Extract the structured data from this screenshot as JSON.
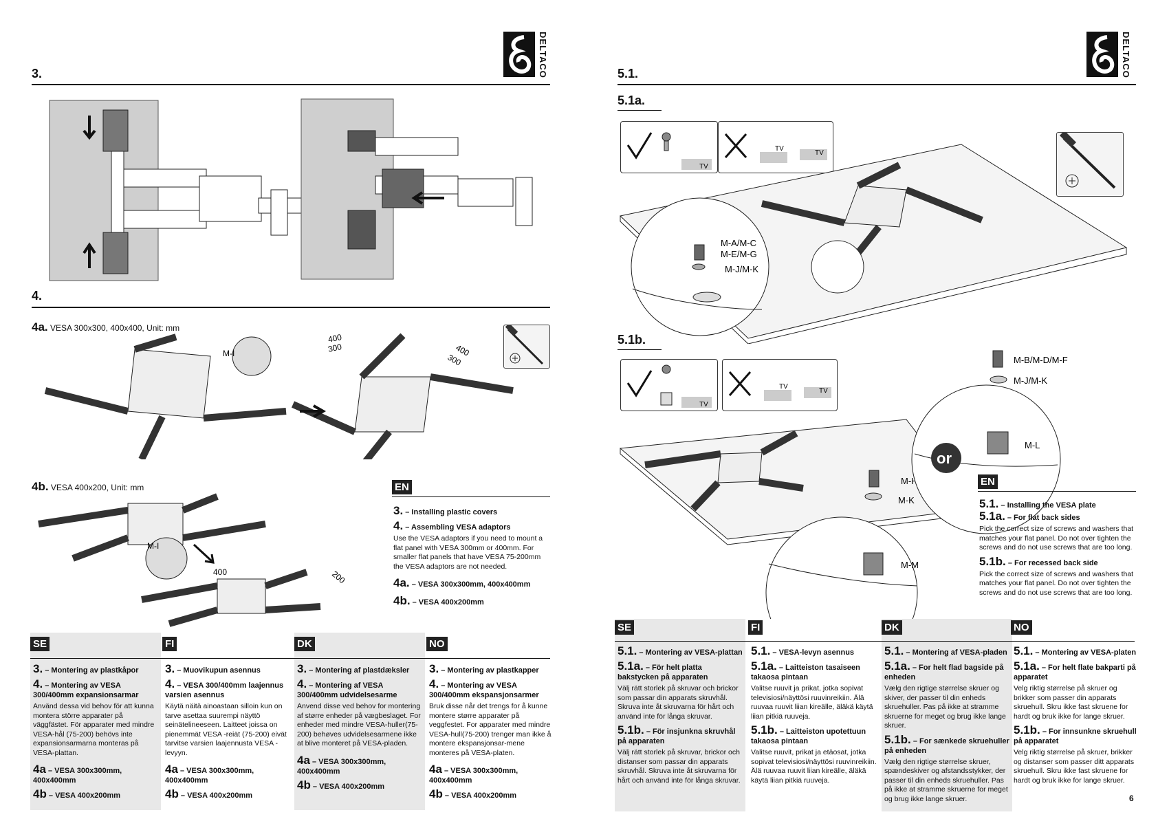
{
  "brand": "DELTACO",
  "page_number": "6",
  "left": {
    "sec3": "3.",
    "sec4": "4.",
    "fig4a": {
      "num": "4a.",
      "caption": "VESA 300x300, 400x400, Unit: mm",
      "mi": "M-I",
      "d1": "400",
      "d2": "300",
      "d3": "400",
      "d4": "300"
    },
    "fig4b": {
      "num": "4b.",
      "caption": "VESA 400x200, Unit: mm",
      "mi": "M-I",
      "d1": "400",
      "d2": "200"
    },
    "en": {
      "tag": "EN",
      "i3": {
        "n": "3.",
        "t": "– Installing plastic covers"
      },
      "i4": {
        "n": "4.",
        "t": "– Assembling VESA adaptors"
      },
      "body": "Use the VESA adaptors if you need to mount a flat panel with VESA 300mm or 400mm. For smaller flat panels that have VESA 75-200mm the VESA adaptors are not needed.",
      "i4a": {
        "n": "4a.",
        "t": "– VESA 300x300mm, 400x400mm"
      },
      "i4b": {
        "n": "4b.",
        "t": "– VESA 400x200mm"
      }
    },
    "langs": [
      {
        "tag": "SE",
        "h3n": "3.",
        "h3": "– Montering av plastkåpor",
        "h4n": "4.",
        "h4": "– Montering av VESA 300/400mm expansionsarmar",
        "body": "Använd dessa vid behov för att kunna montera större apparater på väggfästet. För apparater med mindre VESA-hål (75-200) behövs inte expansionsarmarna monteras på VESA-plattan.",
        "a": "– VESA 300x300mm, 400x400mm",
        "b": "– VESA 400x200mm"
      },
      {
        "tag": "FI",
        "h3n": "3.",
        "h3": "– Muovikupun asennus",
        "h4n": "4.",
        "h4": "– VESA 300/400mm laajennus varsien asennus",
        "body": "Käytä näitä ainoastaan silloin kun on tarve asettaa suurempi näyttö seinätelineeseen. Laitteet joissa on pienemmät VESA -reiät (75-200) eivät tarvitse varsien laajennusta VESA -levyyn.",
        "a": "– VESA 300x300mm, 400x400mm",
        "b": "– VESA 400x200mm"
      },
      {
        "tag": "DK",
        "h3n": "3.",
        "h3": "– Montering af plastdæksler",
        "h4n": "4.",
        "h4": "– Montering af VESA 300/400mm udvidelsesarme",
        "body": "Anvend disse ved behov for montering af større enheder på vægbeslaget. For enheder med mindre VESA-huller(75-200) behøves udvidelsesarmene ikke at blive monteret på VESA-pladen.",
        "a": "– VESA 300x300mm, 400x400mm",
        "b": "– VESA 400x200mm"
      },
      {
        "tag": "NO",
        "h3n": "3.",
        "h3": "– Montering av plastkapper",
        "h4n": "4.",
        "h4": "– Montering av VESA 300/400mm ekspansjonsarmer",
        "body": "Bruk disse når det trengs for å kunne montere større apparater på veggfestet. For apparater med mindre VESA-hull(75-200) trenger man ikke å montere ekspansjonsar-mene monteres på VESA-platen.",
        "a": "– VESA 300x300mm, 400x400mm",
        "b": "– VESA 400x200mm"
      }
    ],
    "sub_a": "4a",
    "sub_b": "4b"
  },
  "right": {
    "sec51": "5.1.",
    "sec51a": "5.1a.",
    "sec51b": "5.1b.",
    "tv": "TV",
    "or": "or",
    "fig_a": {
      "ma": "M-A/M-C",
      "me": "M-E/M-G",
      "mj": "M-J/M-K"
    },
    "fig_b": {
      "mb": "M-B/M-D/M-F",
      "mj": "M-J/M-K",
      "ml": "M-L",
      "mh": "M-H",
      "mk": "M-K",
      "mm": "M-M"
    },
    "en": {
      "tag": "EN",
      "i1": {
        "n": "5.1.",
        "t": "– Installing the VESA plate"
      },
      "i1a": {
        "n": "5.1a.",
        "t": "– For flat back sides"
      },
      "body_a": "Pick the correct size of screws and washers that matches your flat panel. Do not over tighten the screws and do not use screws that are too long.",
      "i1b": {
        "n": "5.1b.",
        "t": "– For recessed back side"
      },
      "body_b": "Pick the correct size of screws and washers that matches your flat panel. Do not over tighten the screws and do not use screws that are too long."
    },
    "langs": [
      {
        "tag": "SE",
        "h1n": "5.1.",
        "h1": "– Montering av VESA-plattan",
        "han": "5.1a.",
        "ha": "– För helt platta bakstycken på apparaten",
        "ba": "Välj rätt storlek på skruvar och brickor som passar din apparats skruvhål. Skruva inte åt skruvarna för hårt och använd inte för långa skruvar.",
        "hbn": "5.1b.",
        "hb": "– För insjunkna skruvhål på apparaten",
        "bb": "Välj rätt storlek på skruvar, brickor och distanser som passar din apparats skruvhål. Skruva inte åt skruvarna för hårt och använd inte för långa skruvar."
      },
      {
        "tag": "FI",
        "h1n": "5.1.",
        "h1": "– VESA-levyn asennus",
        "han": "5.1a.",
        "ha": "– Laitteiston tasaiseen takaosa pintaan",
        "ba": "Valitse ruuvit ja prikat, jotka sopivat televisiosi/näyttösi ruuvinreikiin. Älä ruuvaa ruuvit liian kireälle, äläkä käytä liian pitkiä ruuveja.",
        "hbn": "5.1b.",
        "hb": "– Laitteiston upotettuun takaosa pintaan",
        "bb": "Valitse ruuvit, prikat ja etäosat, jotka sopivat televisiosi/näyttösi ruuvinreikiin. Älä ruuvaa ruuvit liian kireälle, äläkä käytä liian pitkiä ruuveja."
      },
      {
        "tag": "DK",
        "h1n": "5.1.",
        "h1": "– Montering af VESA-pladen",
        "han": "5.1a.",
        "ha": "– For helt flad bagside på enheden",
        "ba": "Vælg den rigtige størrelse skruer og skiver, der passer til din enheds skruehuller. Pas på ikke at stramme skruerne for meget og brug ikke lange skruer.",
        "hbn": "5.1b.",
        "hb": "– For sænkede skruehuller på enheden",
        "bb": "Vælg den rigtige størrelse skruer, spændeskiver og afstandsstykker, der passer til din enheds skruehuller. Pas på ikke at stramme skruerne for meget og brug ikke lange skruer."
      },
      {
        "tag": "NO",
        "h1n": "5.1.",
        "h1": "– Montering av VESA-platen",
        "han": "5.1a.",
        "ha": "– For helt flate bakparti på apparatet",
        "ba": "Velg riktig størrelse på skruer og brikker som passer din apparats skruehull. Skru ikke fast skruene for hardt og bruk ikke for lange skruer.",
        "hbn": "5.1b.",
        "hb": "– For innsunkne skruehull på apparatet",
        "bb": "Velg riktig størrelse på skruer, brikker og distanser som passer ditt apparats skruehull. Skru ikke fast skruene for hardt og bruk ikke for lange skruer."
      }
    ]
  }
}
